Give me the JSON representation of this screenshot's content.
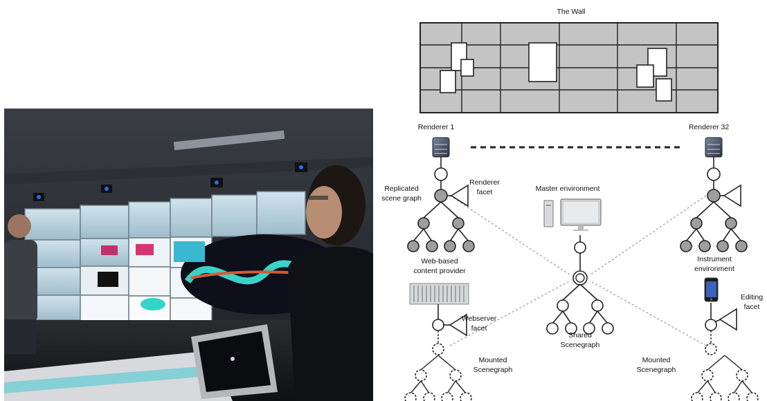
{
  "diagram": {
    "wall_title": "The Wall",
    "renderer_left": "Renderer 1",
    "renderer_right": "Renderer 32",
    "replicated_scene_graph": [
      "Replicated",
      "scene graph"
    ],
    "renderer_facet": [
      "Renderer",
      "facet"
    ],
    "master_environment": "Master environment",
    "web_content_provider": [
      "Web-based",
      "content provider"
    ],
    "webserver_facet": [
      "Webserver",
      "facet"
    ],
    "shared_scenegraph": [
      "Shared",
      "Scenegraph"
    ],
    "mounted_scenegraph_left": [
      "Mounted",
      "Scenegraph"
    ],
    "mounted_scenegraph_right": [
      "Mounted",
      "Scenegraph"
    ],
    "instrument_environment": [
      "Instrument",
      "environment"
    ],
    "editing_facet": [
      "Editing",
      "facet"
    ]
  },
  "colors": {
    "wall_fill": "#c4c4c4",
    "node_grey": "#9e9e9e",
    "line_dark": "#222222",
    "dotted_line": "#9a9a9a"
  }
}
